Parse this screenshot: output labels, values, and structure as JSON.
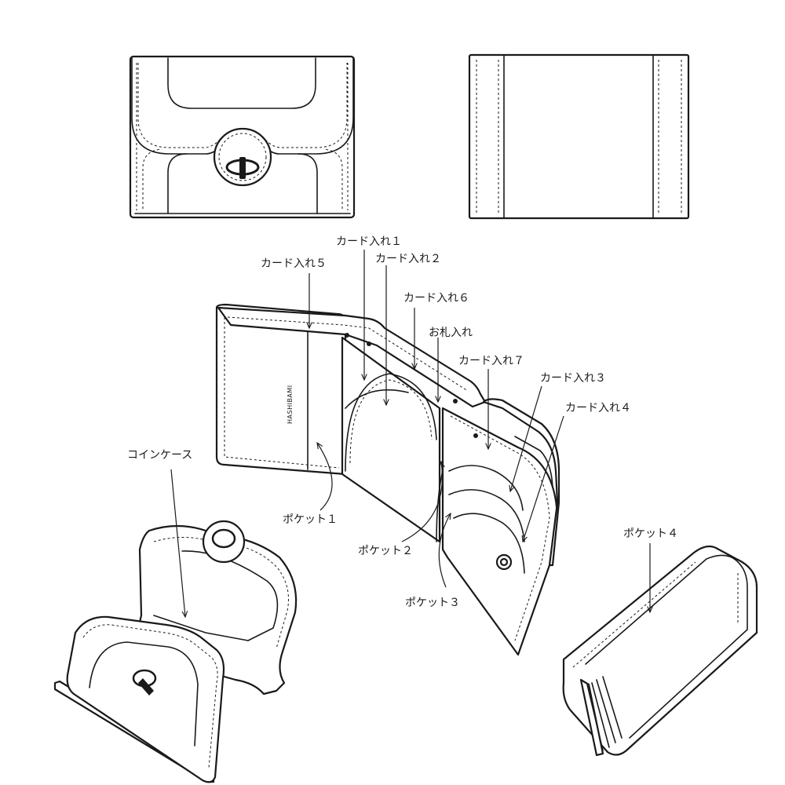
{
  "brand_text": "HASHIBAMI",
  "labels": {
    "card_slot_1": "カード入れ１",
    "card_slot_2": "カード入れ２",
    "card_slot_3": "カード入れ３",
    "card_slot_4": "カード入れ４",
    "card_slot_5": "カード入れ５",
    "card_slot_6": "カード入れ６",
    "card_slot_7": "カード入れ７",
    "bill_slot": "お札入れ",
    "coin_case": "コインケース",
    "pocket_1": "ポケット１",
    "pocket_2": "ポケット２",
    "pocket_3": "ポケット３",
    "pocket_4": "ポケット４"
  },
  "colors": {
    "line": "#1a1a1a",
    "background": "#ffffff"
  }
}
